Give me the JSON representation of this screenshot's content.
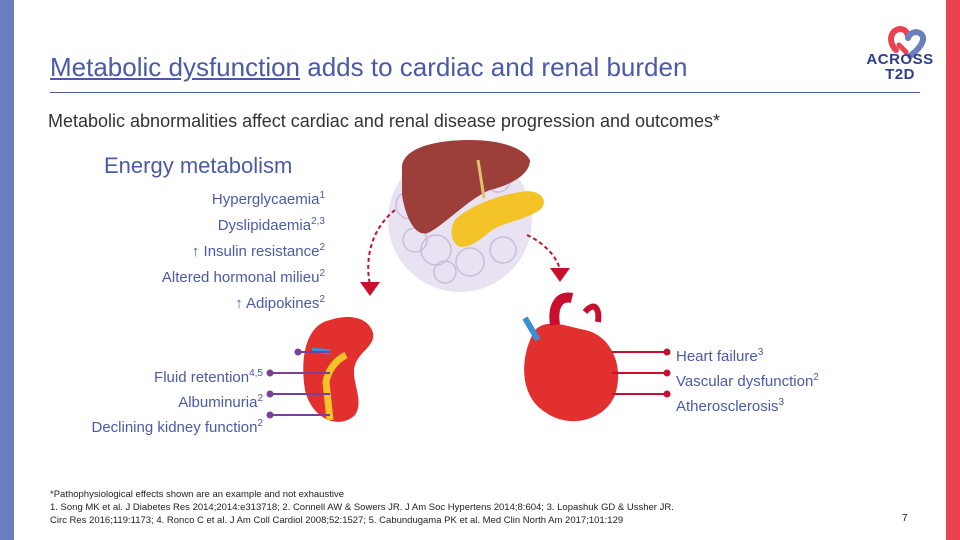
{
  "title": {
    "underlined": "Metabolic dysfunction",
    "rest": " adds to cardiac and renal burden"
  },
  "logo": {
    "line1": "ACROSS",
    "line2": "T2D"
  },
  "subtitle": "Metabolic abnormalities affect cardiac and renal disease progression and outcomes*",
  "section": "Energy metabolism",
  "energy": [
    {
      "arrow": "",
      "text": "Hyperglycaemia",
      "sup": "1"
    },
    {
      "arrow": "",
      "text": "Dyslipidaemia",
      "sup": "2,3"
    },
    {
      "arrow": "↑ ",
      "text": "Insulin resistance",
      "sup": "2"
    },
    {
      "arrow": "",
      "text": "Altered hormonal milieu",
      "sup": "2"
    },
    {
      "arrow": "↑ ",
      "text": "Adipokines",
      "sup": "2"
    }
  ],
  "kidney": [
    {
      "text": "Fluid retention",
      "sup": "4,5"
    },
    {
      "text": "Albuminuria",
      "sup": "2"
    },
    {
      "text": "Declining kidney function",
      "sup": "2"
    }
  ],
  "heart": [
    {
      "text": "Heart failure",
      "sup": "3"
    },
    {
      "text": "Vascular dysfunction",
      "sup": "2"
    },
    {
      "text": "Atherosclerosis",
      "sup": "3"
    }
  ],
  "footnote": {
    "line1": "*Pathophysiological effects shown are an example and not exhaustive",
    "line2": "1. Song MK et al. J Diabetes Res 2014;2014:e313718; 2. Connell AW & Sowers JR. J Am Soc Hypertens 2014;8:604; 3. Lopashuk GD & Ussher JR.",
    "line3": "Circ Res 2016;119:1173; 4. Ronco C et al. J Am Coll Cardiol 2008;52:1527; 5. Cabundugama PK et al. Med Clin North Am 2017;101:129"
  },
  "page_number": "7",
  "colors": {
    "accent_blue": "#4a5aa8",
    "accent_red": "#e8434f",
    "purple_line": "#7a3f96",
    "red_line": "#c8102e"
  },
  "icons": [
    "liver-pancreas-illustration",
    "kidney-illustration",
    "heart-illustration",
    "across-t2d-logo"
  ]
}
